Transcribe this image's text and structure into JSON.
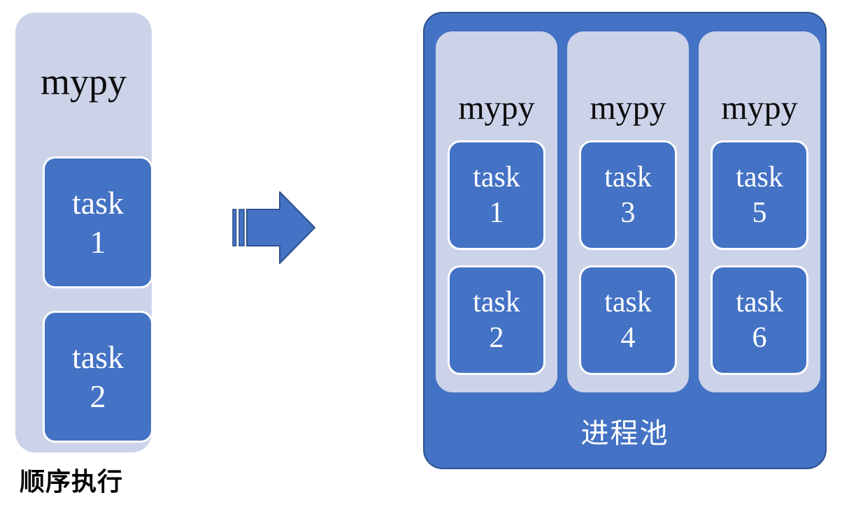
{
  "left": {
    "title": "mypy",
    "tasks": [
      {
        "word": "task",
        "num": "1"
      },
      {
        "word": "task",
        "num": "2"
      }
    ],
    "caption": "顺序执行"
  },
  "arrow": {
    "icon": "striped-right-arrow"
  },
  "right": {
    "caption": "进程池",
    "columns": [
      {
        "title": "mypy",
        "tasks": [
          {
            "word": "task",
            "num": "1"
          },
          {
            "word": "task",
            "num": "2"
          }
        ]
      },
      {
        "title": "mypy",
        "tasks": [
          {
            "word": "task",
            "num": "3"
          },
          {
            "word": "task",
            "num": "4"
          }
        ]
      },
      {
        "title": "mypy",
        "tasks": [
          {
            "word": "task",
            "num": "5"
          },
          {
            "word": "task",
            "num": "6"
          }
        ]
      }
    ]
  },
  "colors": {
    "accent_blue": "#4472C4",
    "dark_blue_outline": "#2F528F",
    "lavender": "#CCD3E9",
    "task_border": "#FFFFFF",
    "title_text": "#0D0D0D",
    "task_text": "#FFFFFF"
  }
}
